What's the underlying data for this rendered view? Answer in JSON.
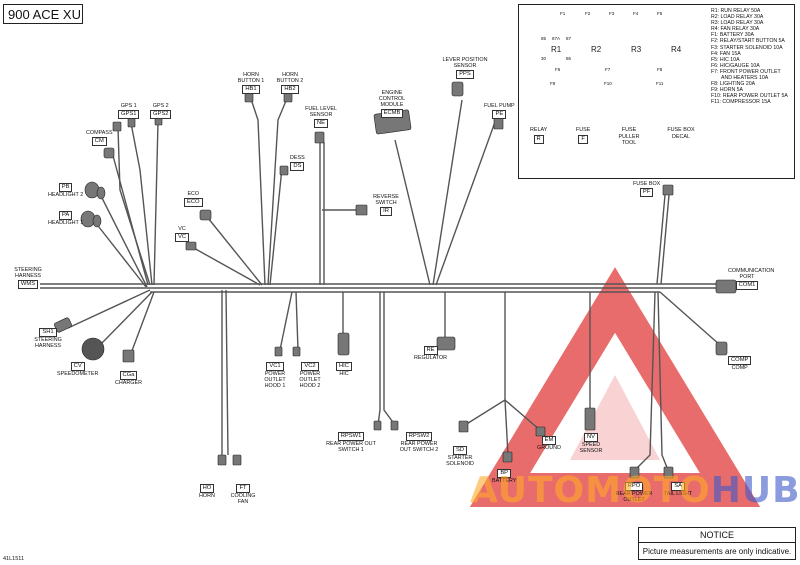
{
  "title": "900 ACE XU",
  "components": [
    {
      "id": "gps1",
      "name": "GPS 1",
      "code": "GPS1"
    },
    {
      "id": "gps2",
      "name": "GPS 2",
      "code": "GPS2"
    },
    {
      "id": "compass",
      "name": "COMPASS",
      "code": "CM"
    },
    {
      "id": "headlight2",
      "name": "HEADLIGHT 2",
      "code": "PB"
    },
    {
      "id": "headlight1",
      "name": "HEADLIGHT 1",
      "code": "PA"
    },
    {
      "id": "horn-button-1",
      "name": "HORN BUTTON 1",
      "code": "HB1"
    },
    {
      "id": "horn-button-2",
      "name": "HORN BUTTON 2",
      "code": "HB2"
    },
    {
      "id": "fuel-level",
      "name": "FUEL LEVEL SENSOR",
      "code": "NE"
    },
    {
      "id": "dess",
      "name": "DESS",
      "code": "DS"
    },
    {
      "id": "ecm",
      "name": "ENGINE CONTROL MODULE",
      "code": "ECMB"
    },
    {
      "id": "lever-position",
      "name": "LEVER POSITION SENSOR",
      "code": "PPS"
    },
    {
      "id": "fuel-pump",
      "name": "FUEL PUMP",
      "code": "PE"
    },
    {
      "id": "eco",
      "name": "ECO",
      "code": "ECO"
    },
    {
      "id": "vc",
      "name": "VC",
      "code": "VC"
    },
    {
      "id": "reverse-switch",
      "name": "REVERSE SWITCH",
      "code": "IR"
    },
    {
      "id": "steering-harness-top",
      "name": "STEERING HARNESS",
      "code": "WMS"
    },
    {
      "id": "steering-harness",
      "name": "STEERING HARNESS",
      "code": "SH1"
    },
    {
      "id": "speedometer",
      "name": "SPEEDOMETER",
      "code": "CV"
    },
    {
      "id": "charger",
      "name": "CHARGER",
      "code": "CGa"
    },
    {
      "id": "power-outlet-1",
      "name": "POWER OUTLET HOOD 1",
      "code": "VC1"
    },
    {
      "id": "power-outlet-2",
      "name": "POWER OUTLET HOOD 2",
      "code": "VC2"
    },
    {
      "id": "hic",
      "name": "HIC",
      "code": "HIC"
    },
    {
      "id": "regulator",
      "name": "REGULATOR",
      "code": "RE"
    },
    {
      "id": "rear-outlet-1",
      "name": "REAR POWER OUT SWITCH 1",
      "code": "RPSW1"
    },
    {
      "id": "rear-outlet-2",
      "name": "REAR POWER OUT SWITCH 2",
      "code": "RPSW2"
    },
    {
      "id": "starter-solenoid",
      "name": "STARTER SOLENOID",
      "code": "SD"
    },
    {
      "id": "battery",
      "name": "BATTERY",
      "code": "BP"
    },
    {
      "id": "ground",
      "name": "GROUND",
      "code": "EM"
    },
    {
      "id": "speed-sensor",
      "name": "SPEED SENSOR",
      "code": "NV"
    },
    {
      "id": "rear-power-outlet",
      "name": "REAR POWER OUTLET",
      "code": "RPO"
    },
    {
      "id": "tail-light",
      "name": "TAIL LIGHT",
      "code": "SA"
    },
    {
      "id": "horn",
      "name": "HORN",
      "code": "HO"
    },
    {
      "id": "cooling-fan",
      "name": "COOLING FAN",
      "code": "FT"
    },
    {
      "id": "fuse-box",
      "name": "FUSE BOX",
      "code": "PF"
    },
    {
      "id": "communication-port",
      "name": "COMMUNICATION PORT",
      "code": "COM1"
    },
    {
      "id": "comp",
      "name": "COMP",
      "code": "COMP"
    }
  ],
  "legend": {
    "relays": [
      "R1",
      "R2",
      "R3",
      "R4"
    ],
    "relay_pin_labels": [
      "85",
      "87A",
      "87",
      "30",
      "86"
    ],
    "fuses_top": [
      "F1",
      "F2",
      "F3",
      "F4",
      "F5"
    ],
    "fuses_bottom": [
      "F6",
      "F7",
      "F8"
    ],
    "fuses_lower": [
      "F9",
      "F10",
      "F11"
    ],
    "items": [
      "R1: RUN RELAY 50A",
      "R2: LOAD RELAY 30A",
      "R3: LOAD RELAY 30A",
      "R4: FAN RELAY 30A",
      "F1: BATTERY 30A",
      "F2: RELAY/START BUTTON 5A",
      "F3: STARTER SOLENOID 10A",
      "F4: FAN 15A",
      "F5: HIC 10A",
      "F6: HIC/GAUGE 10A",
      "F7: FRONT POWER OUTLET",
      "AND HEATERS 10A",
      "F8: LIGHTING 20A",
      "F9: HORN 5A",
      "F10: REAR POWER OUTLET 5A",
      "F11: COMPRESSOR 15A"
    ],
    "tools": [
      {
        "name": "RELAY",
        "code": "R"
      },
      {
        "name": "FUSE",
        "code": "F"
      },
      {
        "name": "FUSE PULLER TOOL",
        "code": ""
      },
      {
        "name": "FUSE BOX DECAL",
        "code": ""
      }
    ]
  },
  "notice": {
    "heading": "NOTICE",
    "text": "Picture measurements are only indicative."
  },
  "doc_number": "41L1511",
  "watermark": {
    "part_a": "AUTOMOTO",
    "part_b": "HUB"
  },
  "colors": {
    "wire": "#444444",
    "watermark_red": "#e23b3b",
    "watermark_orange": "#f5a623",
    "watermark_blue": "#3a5bc7"
  }
}
